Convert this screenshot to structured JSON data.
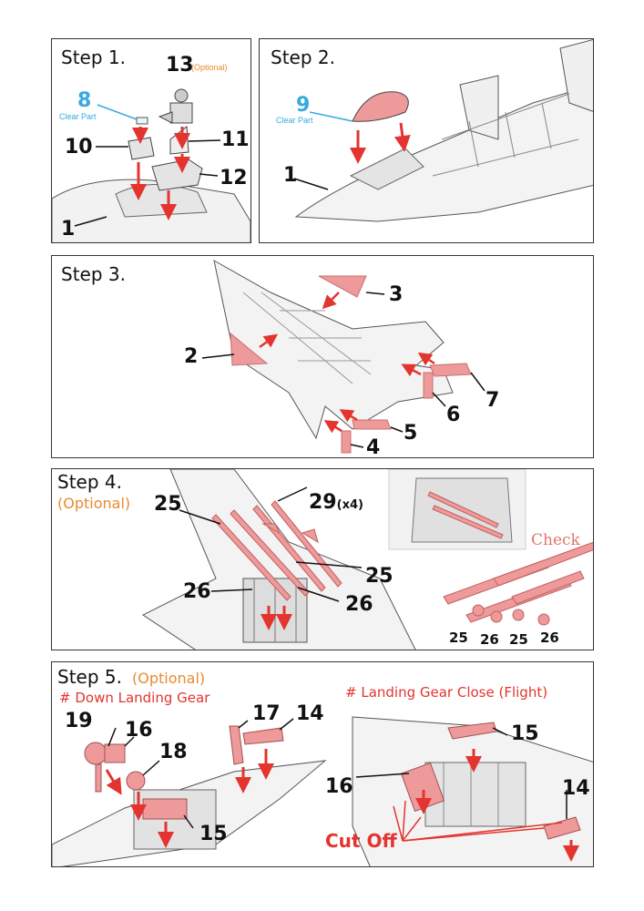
{
  "step1": {
    "title": "Step 1.",
    "parts": {
      "p13": "13",
      "p13_note": "(Optional)",
      "p8": "8",
      "p8_note": "Clear Part",
      "p10": "10",
      "p11": "11",
      "p12": "12",
      "p1": "1"
    }
  },
  "step2": {
    "title": "Step 2.",
    "parts": {
      "p9": "9",
      "p9_note": "Clear Part",
      "p1": "1"
    }
  },
  "step3": {
    "title": "Step 3.",
    "parts": {
      "p3": "3",
      "p2": "2",
      "p7": "7",
      "p6": "6",
      "p5": "5",
      "p4": "4"
    }
  },
  "step4": {
    "title": "Step 4.",
    "optional": "(Optional)",
    "parts": {
      "p29": "29",
      "p29_qty": "(x4)",
      "p25a": "25",
      "p25b": "25",
      "p26a": "26",
      "p26b": "26"
    },
    "check": "Check",
    "check_labels": [
      "25",
      "26",
      "25",
      "26"
    ]
  },
  "step5": {
    "title": "Step 5.",
    "optional": "(Optional)",
    "down_heading": "#  Down Landing Gear",
    "close_heading": "#  Landing Gear Close (Flight)",
    "parts": {
      "p19": "19",
      "p16": "16",
      "p18": "18",
      "p15": "15",
      "p17": "17",
      "p14": "14",
      "q15": "15",
      "q16": "16",
      "q14": "14"
    },
    "cut_off": "Cut Off"
  },
  "colors": {
    "part": "#ee9a9a",
    "arrow": "#e3342f",
    "optional": "#e98a2f",
    "clear": "#35a9e0",
    "outline": "#333333"
  }
}
